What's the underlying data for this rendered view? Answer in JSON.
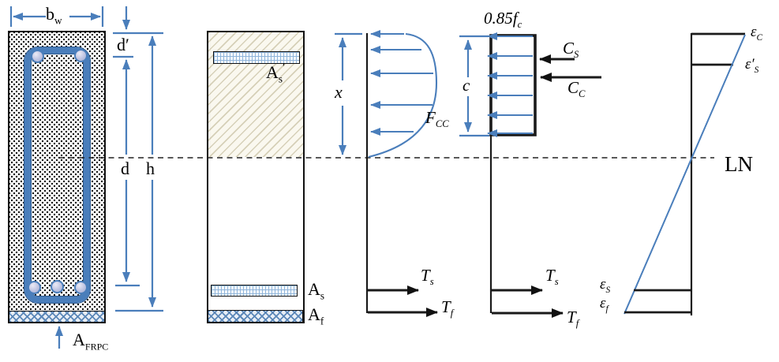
{
  "colors": {
    "accent": "#4a7ebb",
    "ink": "#1a1a1a"
  },
  "labels": {
    "bw": {
      "t": "b",
      "s": "w"
    },
    "d_prime": {
      "t": "d′"
    },
    "d": {
      "t": "d"
    },
    "h": {
      "t": "h"
    },
    "a_frpc": {
      "t": "A",
      "s": "FRPC"
    },
    "as_prime": {
      "t": "A",
      "s": "s",
      "p": "′"
    },
    "as": {
      "t": "A",
      "s": "s"
    },
    "af": {
      "t": "A",
      "s": "f"
    },
    "x": {
      "t": "x"
    },
    "fcc": {
      "t": "F",
      "s": "CC"
    },
    "ts_parabolic": {
      "t": "T",
      "s": "s"
    },
    "tf_parabolic": {
      "t": "T",
      "s": "f"
    },
    "f085": {
      "t": "0.85f",
      "s": "c"
    },
    "c": {
      "t": "c"
    },
    "cs": {
      "t": "C",
      "s": "S"
    },
    "cc": {
      "t": "C",
      "s": "C"
    },
    "ts_block": {
      "t": "T",
      "s": "s"
    },
    "tf_block": {
      "t": "T",
      "s": "f"
    },
    "ln": {
      "t": "LN"
    },
    "eps_c": {
      "t": "ε",
      "s": "C"
    },
    "eps_s_prime": {
      "t": "ε′",
      "s": "S"
    },
    "eps_s": {
      "t": "ε",
      "s": "S"
    },
    "eps_f": {
      "t": "ε",
      "s": "f"
    }
  }
}
